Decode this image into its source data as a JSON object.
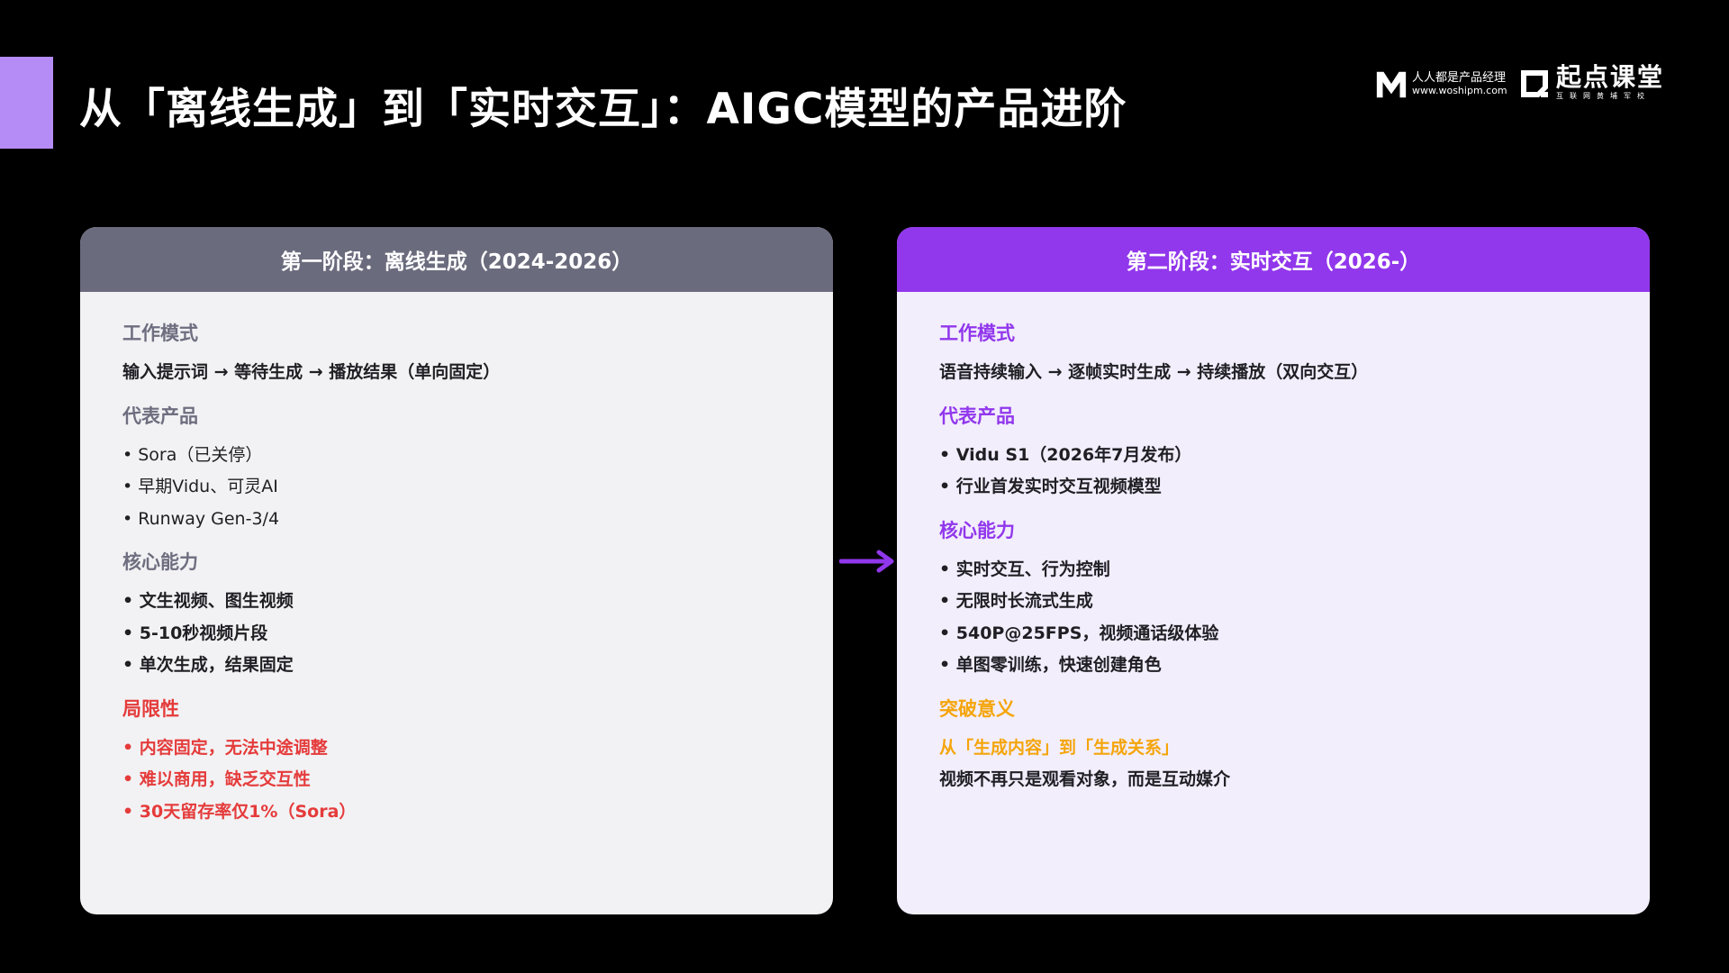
{
  "title": "从「离线生成」到「实时交互」：AIGC模型的产品进阶",
  "logos": {
    "pm_line1": "人人都是产品经理",
    "pm_line2": "www.woshipm.com",
    "qd_name": "起点课堂",
    "qd_sub": "互联网黄埔军校"
  },
  "colors": {
    "accent": "#b58bf5",
    "left_header": "#6b6b7e",
    "right_header": "#9137ec",
    "limit_red": "#e53b3b",
    "breakthrough_orange": "#f5a50b"
  },
  "left": {
    "header": "第一阶段：离线生成（2024-2026）",
    "work_mode_title": "工作模式",
    "work_mode": "输入提示词 → 等待生成 → 播放结果（单向固定）",
    "products_title": "代表产品",
    "products": [
      "• Sora（已关停）",
      "• 早期Vidu、可灵AI",
      "• Runway Gen-3/4"
    ],
    "abilities_title": "核心能力",
    "abilities": [
      "• 文生视频、图生视频",
      "• 5-10秒视频片段",
      "• 单次生成，结果固定"
    ],
    "limits_title": "局限性",
    "limits": [
      "• 内容固定，无法中途调整",
      "• 难以商用，缺乏交互性",
      "• 30天留存率仅1%（Sora）"
    ]
  },
  "right": {
    "header": "第二阶段：实时交互（2026-）",
    "work_mode_title": "工作模式",
    "work_mode": "语音持续输入 → 逐帧实时生成 → 持续播放（双向交互）",
    "products_title": "代表产品",
    "products": [
      "• Vidu S1（2026年7月发布）",
      "• 行业首发实时交互视频模型"
    ],
    "abilities_title": "核心能力",
    "abilities": [
      "• 实时交互、行为控制",
      "• 无限时长流式生成",
      "• 540P@25FPS，视频通话级体验",
      "• 单图零训练，快速创建角色"
    ],
    "breakthrough_title": "突破意义",
    "breakthrough_headline": "从「生成内容」到「生成关系」",
    "breakthrough_text": "视频不再只是观看对象，而是互动媒介"
  }
}
